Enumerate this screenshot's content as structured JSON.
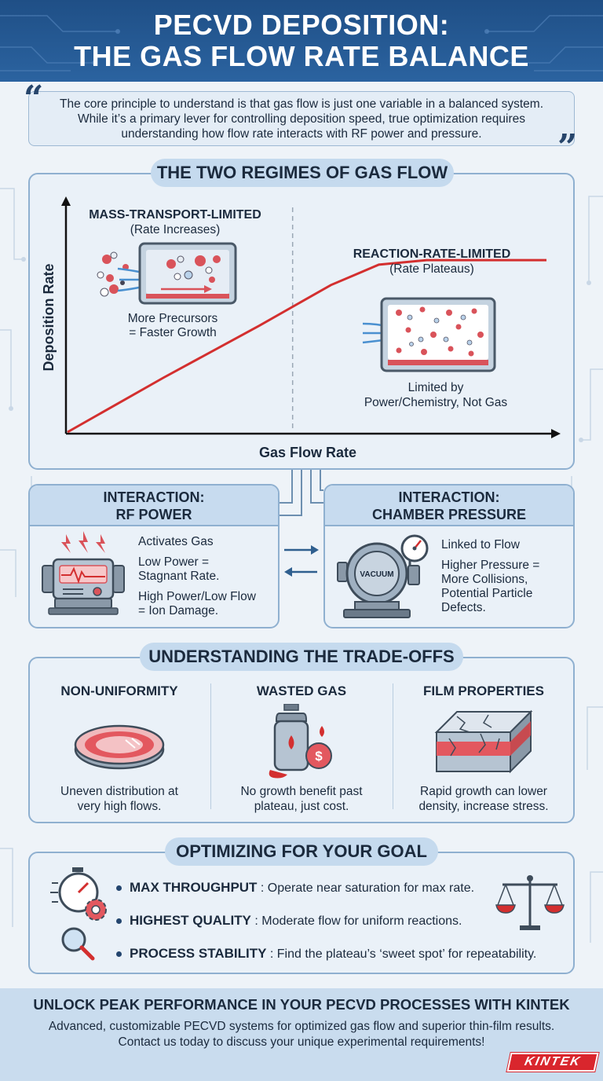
{
  "header": {
    "title_line1": "PECVD DEPOSITION:",
    "title_line2": "THE GAS FLOW RATE BALANCE"
  },
  "quote": {
    "open_mark": "“",
    "close_mark": "”",
    "line1": "The core principle to understand is that gas flow is just one variable in a balanced system.",
    "line2": "While it’s a primary lever for controlling deposition speed, true optimization requires",
    "line3": "understanding how flow rate interacts with RF power and pressure."
  },
  "regimes": {
    "title": "THE TWO REGIMES OF GAS FLOW",
    "mass": {
      "title": "MASS-TRANSPORT-LIMITED",
      "subtitle": "(Rate Increases)",
      "note1": "More Precursors",
      "note2": "= Faster Growth"
    },
    "reaction": {
      "title": "REACTION-RATE-LIMITED",
      "subtitle": "(Rate Plateaus)",
      "note1": "Limited by",
      "note2": "Power/Chemistry, Not Gas"
    }
  },
  "chart_data": {
    "type": "line",
    "xlabel": "Gas Flow Rate",
    "ylabel": "Deposition Rate",
    "series": [
      {
        "x": [
          0,
          0.2,
          0.4,
          0.55,
          0.65,
          0.75,
          1.0
        ],
        "y": [
          0,
          0.24,
          0.47,
          0.65,
          0.74,
          0.76,
          0.76
        ]
      }
    ],
    "saturation_x": 0.47,
    "grid": false,
    "color": "#d32f2f"
  },
  "rf_power": {
    "title_line1": "INTERACTION:",
    "title_line2": "RF POWER",
    "l1": "Activates Gas",
    "l2": "Low Power =",
    "l3": "Stagnant Rate.",
    "l4": "High Power/Low Flow",
    "l5": "= Ion Damage."
  },
  "pressure": {
    "title_line1": "INTERACTION:",
    "title_line2": "CHAMBER PRESSURE",
    "gauge_label": "VACUUM",
    "l1": "Linked to Flow",
    "l2": "Higher Pressure =",
    "l3": "More Collisions,",
    "l4": "Potential Particle",
    "l5": "Defects."
  },
  "tradeoffs": {
    "title": "UNDERSTANDING THE TRADE-OFFS",
    "items": [
      {
        "title": "NON-UNIFORMITY",
        "d1": "Uneven distribution at",
        "d2": "very high flows."
      },
      {
        "title": "WASTED GAS",
        "d1": "No growth benefit past",
        "d2": "plateau, just cost.",
        "icon_text": "$"
      },
      {
        "title": "FILM PROPERTIES",
        "d1": "Rapid growth can lower",
        "d2": "density, increase stress."
      }
    ]
  },
  "goals": {
    "title": "OPTIMIZING FOR YOUR GOAL",
    "items": [
      {
        "key": "MAX THROUGHPUT",
        "desc": " : Operate near saturation for max rate."
      },
      {
        "key": "HIGHEST QUALITY",
        "desc": " : Moderate flow for uniform reactions."
      },
      {
        "key": "PROCESS STABILITY",
        "desc": " : Find the plateau’s ‘sweet spot’ for repeatability."
      }
    ]
  },
  "footer": {
    "title": "UNLOCK PEAK PERFORMANCE IN YOUR PECVD PROCESSES WITH KINTEK",
    "line1": "Advanced, customizable PECVD systems for optimized gas flow and superior thin-film results.",
    "line2": "Contact us today to discuss your unique experimental requirements!",
    "logo": "KINTEK"
  },
  "colors": {
    "primary": "#1f4f86",
    "accent": "#d32f2f",
    "panel": "#eaf1f8",
    "border": "#8fb0d0"
  }
}
